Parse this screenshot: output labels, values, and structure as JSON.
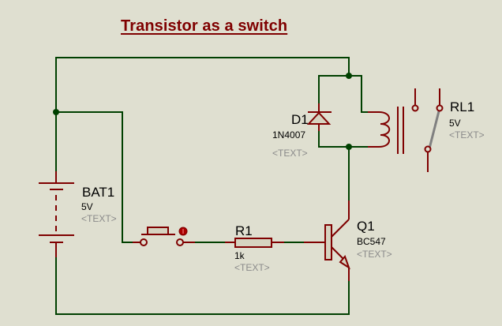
{
  "title": "Transistor as a switch",
  "colors": {
    "background": "#dfdfd0",
    "wire": "#004000",
    "component": "#7f0000",
    "component_fill": "#d6d3c0",
    "label_text": "#000000",
    "placeholder_text": "#8a8a8a",
    "switch_arm": "#808080"
  },
  "components": {
    "battery": {
      "ref": "BAT1",
      "value": "5V",
      "text": "<TEXT>"
    },
    "resistor": {
      "ref": "R1",
      "value": "1k",
      "text": "<TEXT>"
    },
    "transistor": {
      "ref": "Q1",
      "value": "BC547",
      "text": "<TEXT>"
    },
    "diode": {
      "ref": "D1",
      "value": "1N4007",
      "text": "<TEXT>"
    },
    "relay": {
      "ref": "RL1",
      "value": "5V",
      "text": "<TEXT>"
    },
    "button": {
      "type": "push-button"
    }
  }
}
